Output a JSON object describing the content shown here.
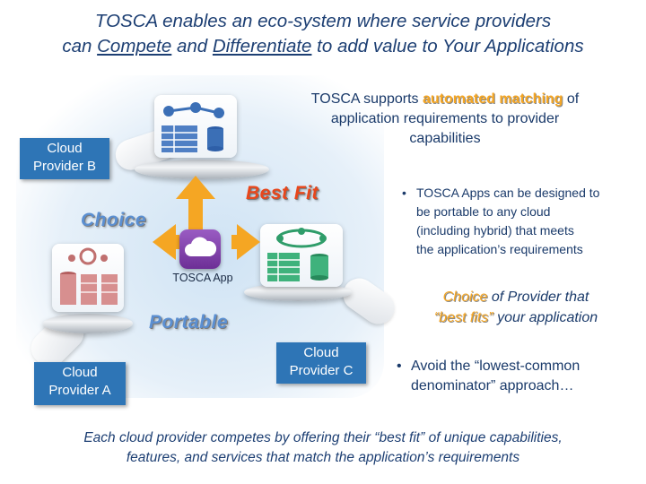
{
  "title": {
    "line1": "TOSCA enables an eco-system where service providers",
    "line2_pre": "can ",
    "line2_compete": "Compete",
    "line2_mid": " and ",
    "line2_diff": "Differentiate",
    "line2_post": " to add value to Your Applications"
  },
  "providers": {
    "b": {
      "line1": "Cloud",
      "line2": "Provider B"
    },
    "a": {
      "line1": "Cloud",
      "line2": "Provider A"
    },
    "c": {
      "line1": "Cloud",
      "line2": "Provider C"
    }
  },
  "wordart": {
    "best_fit": "Best Fit",
    "choice": "Choice",
    "portable": "Portable"
  },
  "tosca_app": {
    "label": "TOSCA App"
  },
  "matching_note": {
    "pre": "TOSCA supports ",
    "highlight": "automated matching",
    "post_line1": " of",
    "line2": "application requirements to provider",
    "line3": "capabilities"
  },
  "bullet1": {
    "line1": "TOSCA Apps can be designed to",
    "line2": "be portable to any cloud",
    "line3": "(including hybrid) that meets",
    "line4": "the application’s requirements"
  },
  "choice_note": {
    "choice": "Choice",
    "line1_post": " of Provider that",
    "best_fits": "“best fits”",
    "line2_post": " your application"
  },
  "bullet2": {
    "line1": "Avoid the “lowest-common",
    "line2": "denominator” approach…"
  },
  "footer": {
    "line1": "Each cloud provider competes by offering their “best fit” of unique capabilities,",
    "line2": "features, and services that match the application’s requirements"
  },
  "colors": {
    "accent_blue": "#2e75b6",
    "arrow_orange": "#f5a623",
    "app_purple": "#7b3fa0",
    "wordart_red": "#e8471c",
    "wordart_blue": "#5b8fd1"
  }
}
